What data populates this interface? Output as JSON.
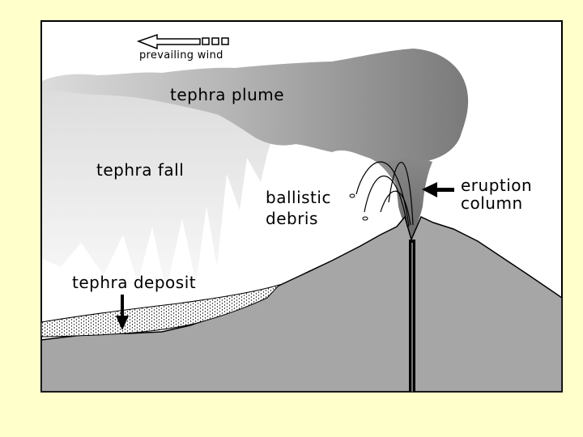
{
  "diagram": {
    "labels": {
      "wind": "prevailing wind",
      "plume": "tephra plume",
      "fall": "tephra fall",
      "ballistic_1": "ballistic",
      "ballistic_2": "debris",
      "eruption_1": "eruption",
      "eruption_2": "column",
      "deposit": "tephra deposit"
    },
    "colors": {
      "page_background": "#ffffcc",
      "panel_background": "#ffffff",
      "mountain": "#a6a6a6",
      "plume_light": "#d4d4d4",
      "plume_dark": "#808080",
      "outline": "#000000"
    },
    "icons": [
      "wind-arrow-icon",
      "deposit-arrow-icon",
      "eruption-arrow-icon"
    ]
  }
}
